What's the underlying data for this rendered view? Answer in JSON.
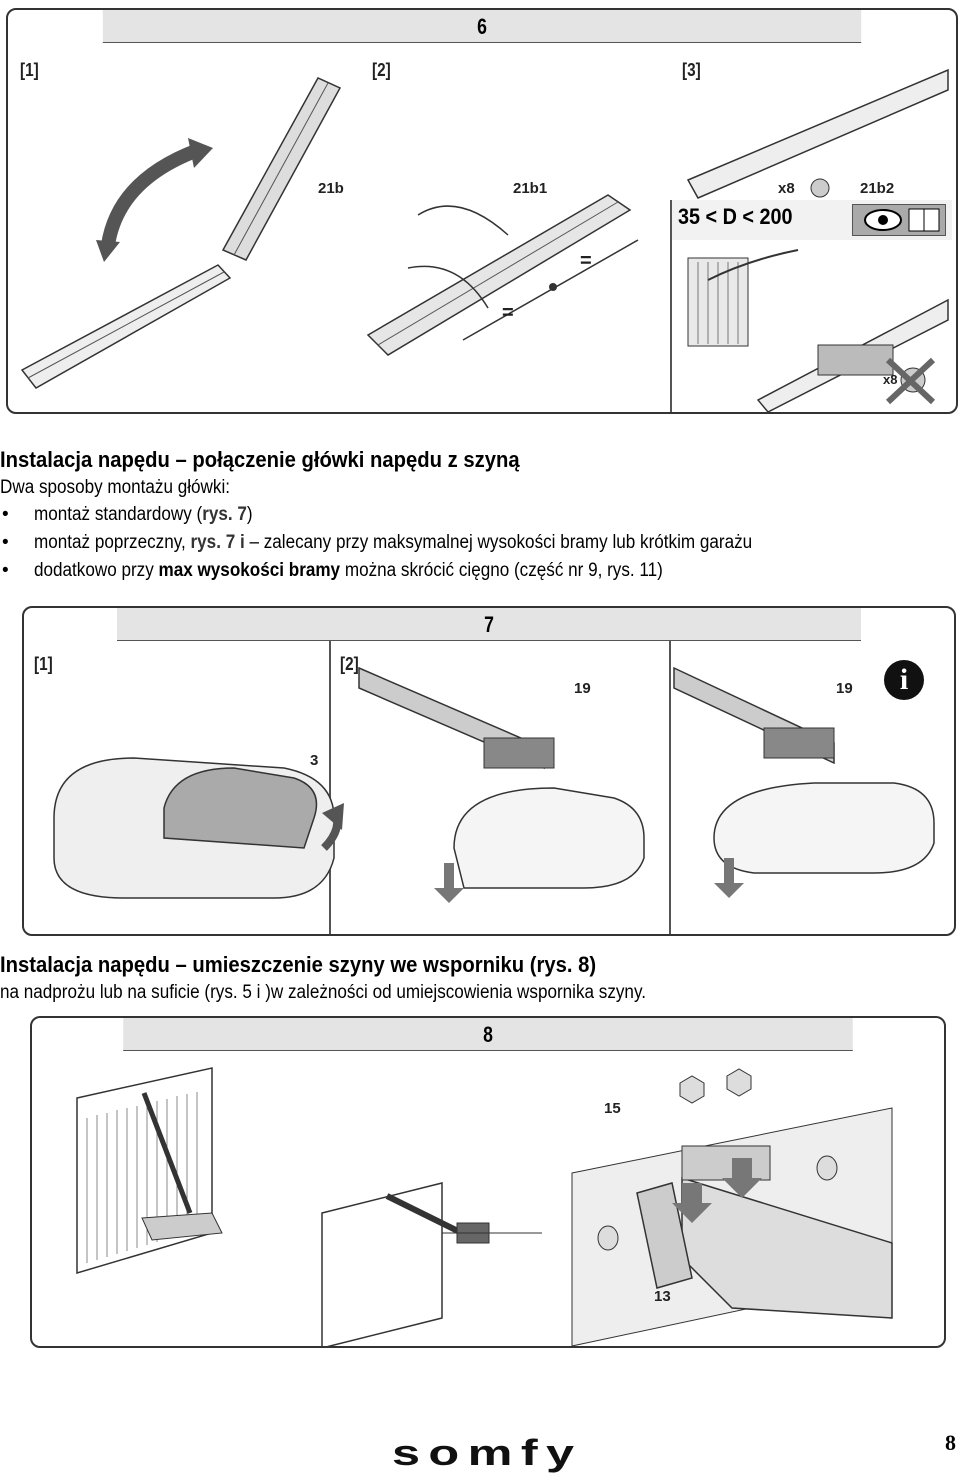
{
  "fig6": {
    "number": "6",
    "sub1": "[1]",
    "sub2": "[2]",
    "sub3": "[3]",
    "c_21b": "21b",
    "c_21b1": "21b1",
    "c_x8": "x8",
    "c_21b2": "21b2",
    "c_x8b": "x8",
    "eq1": "=",
    "eq2": "=",
    "range": "35 < D < 200"
  },
  "section1": {
    "heading": "Instalacja napędu – połączenie główki napędu z szyną",
    "intro": "Dwa sposoby montażu główki:",
    "b1_pre": "montaż standardowy (",
    "b1_bold": "rys. 7",
    "b1_post": ")",
    "b2_pre": "montaż poprzeczny, ",
    "b2_bold": "rys. 7 i",
    "b2_post": " – zalecany przy maksymalnej wysokości bramy lub krótkim garażu",
    "b3_pre": "dodatkowo przy ",
    "b3_bold": "max wysokości bramy",
    "b3_post": " można skrócić cięgno (część nr 9, rys. 11)",
    "bullet": "•"
  },
  "fig7": {
    "number": "7",
    "sub1": "[1]",
    "sub2": "[2]",
    "c_3": "3",
    "c_19a": "19",
    "c_19b": "19",
    "info": "i"
  },
  "section2": {
    "heading": "Instalacja napędu – umieszczenie szyny we wsporniku (rys. 8)",
    "line": "na nadprożu lub na suficie (rys. 5 i )w zależności od umiejscowienia wspornika szyny."
  },
  "fig8": {
    "number": "8",
    "c_15": "15",
    "c_13": "13"
  },
  "footer": {
    "logo": "somfy",
    "page": "8"
  }
}
